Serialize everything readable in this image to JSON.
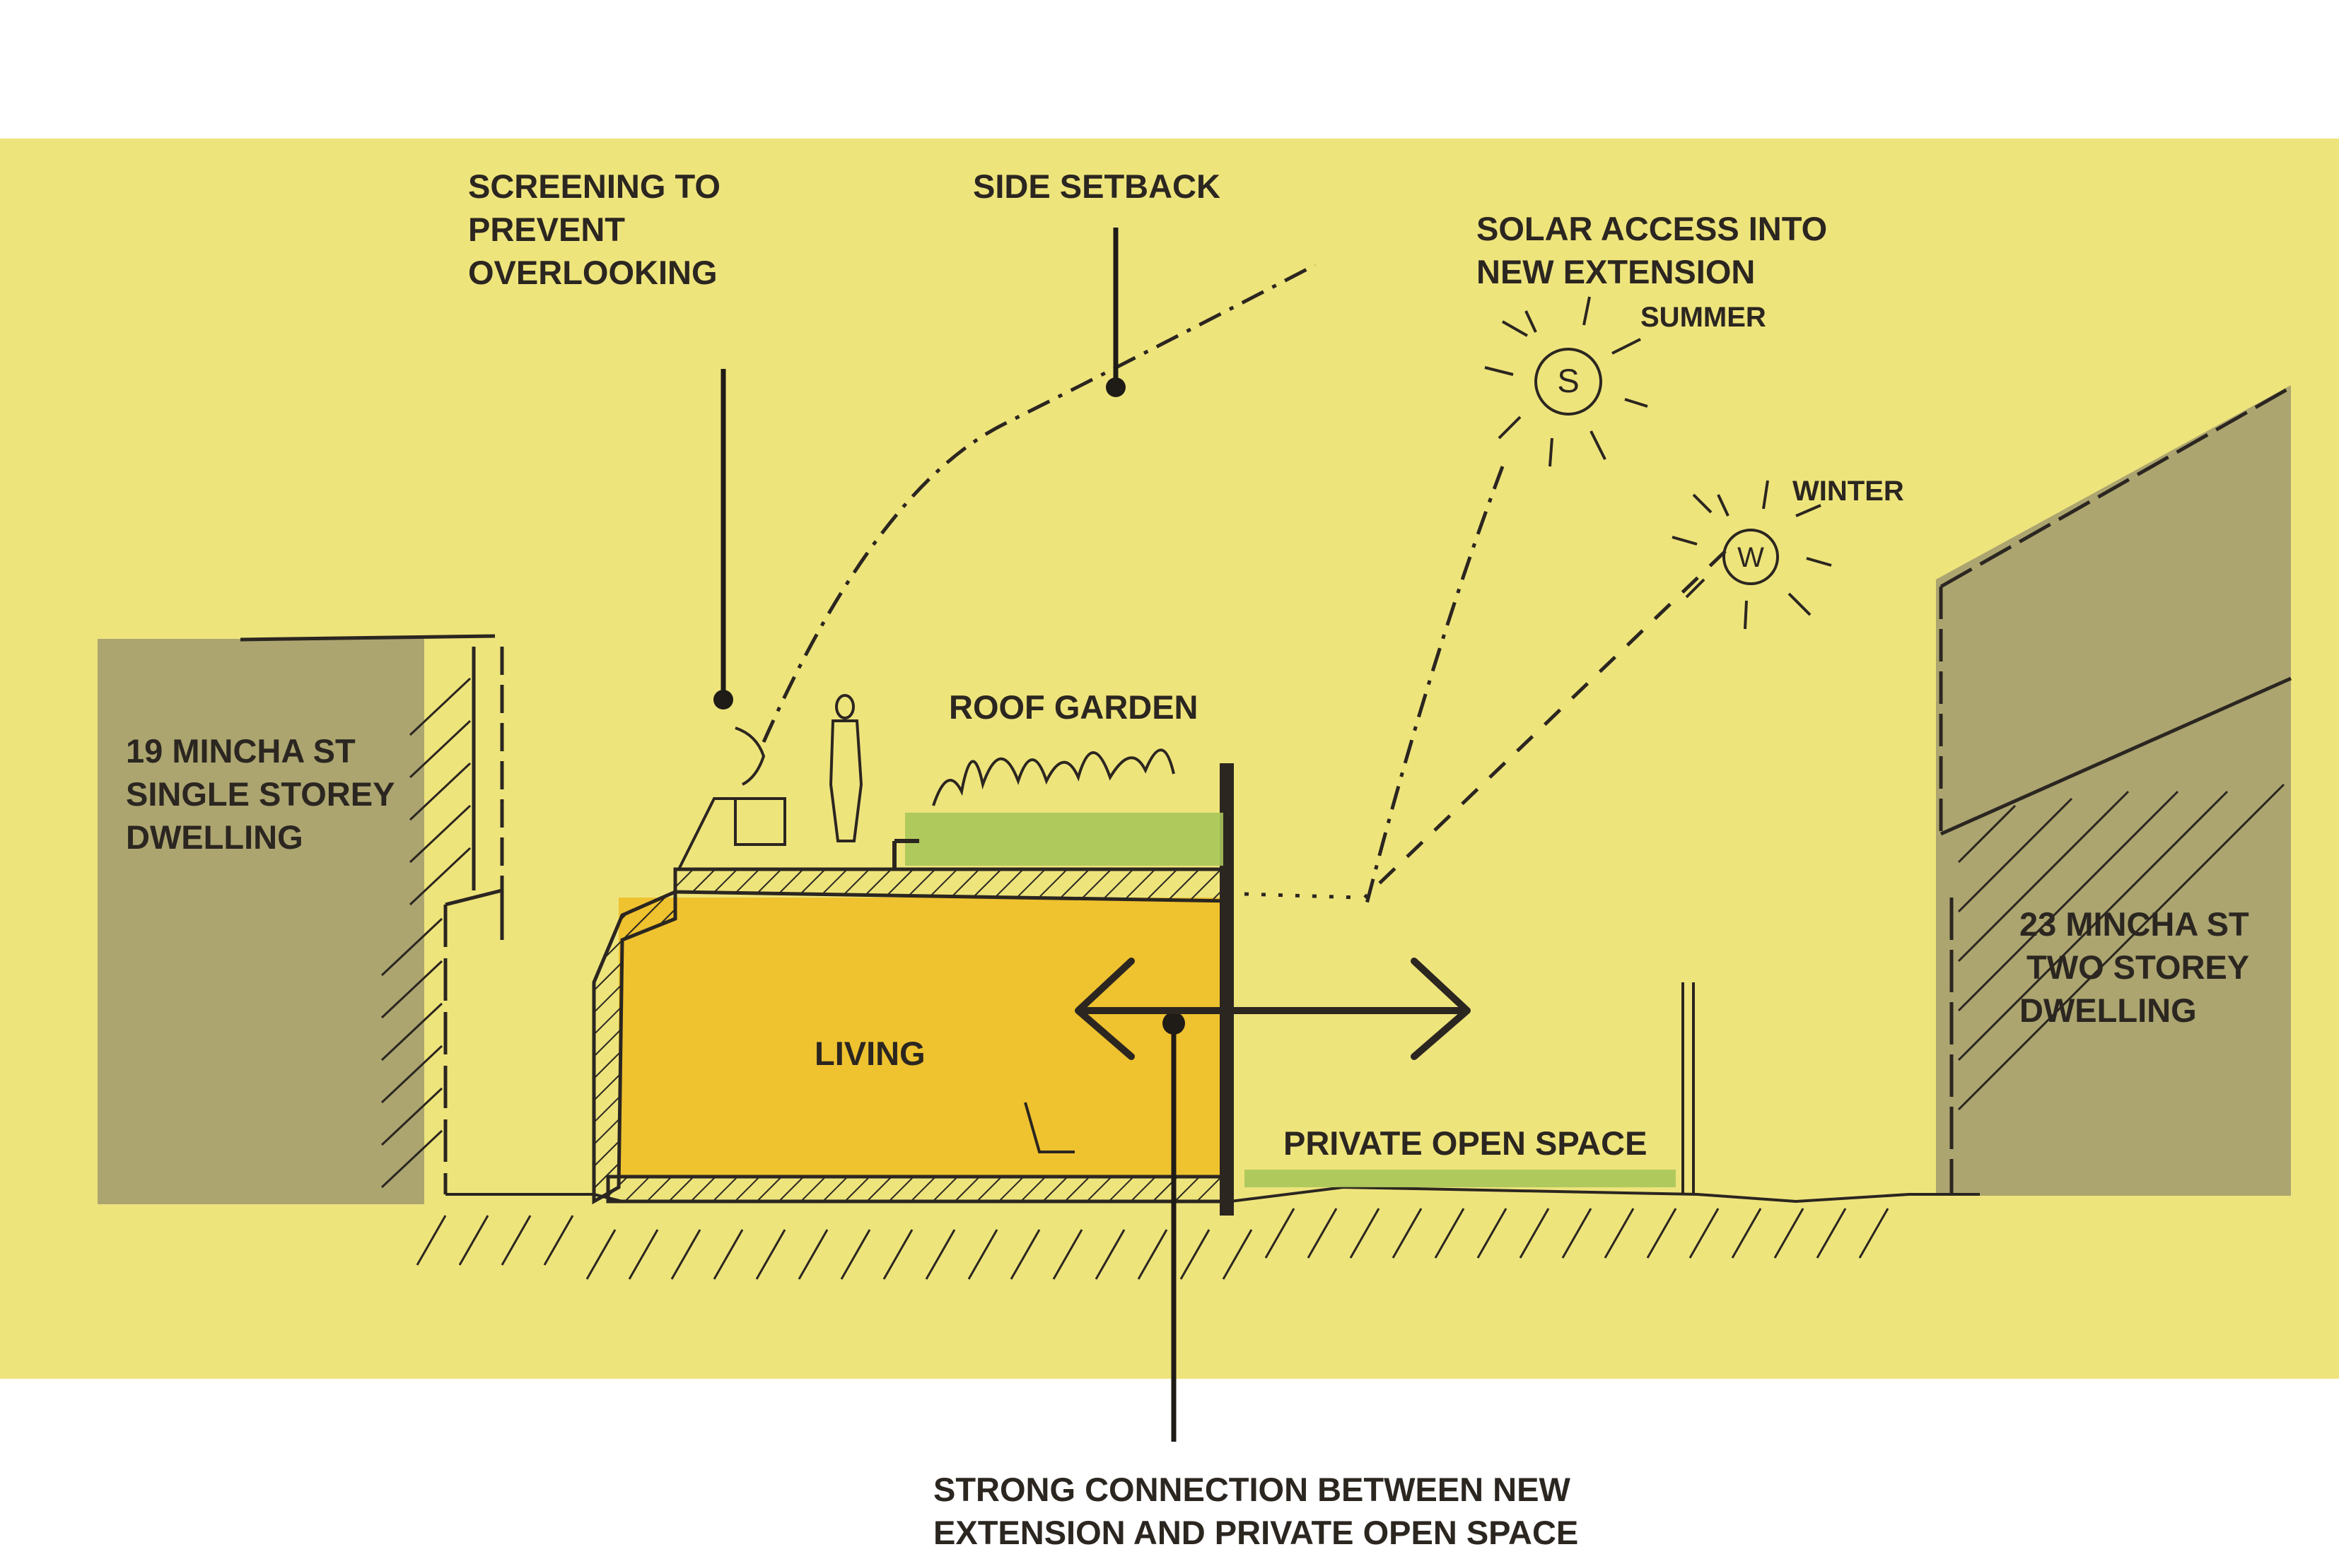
{
  "annotations": {
    "screening": [
      "SCREENING TO",
      "PREVENT",
      "OVERLOOKING"
    ],
    "side_setback": "SIDE SETBACK",
    "solar_access": [
      "SOLAR ACCESS INTO",
      "NEW EXTENSION"
    ],
    "summer": "SUMMER",
    "winter": "WINTER",
    "roof_garden": "ROOF GARDEN",
    "living": "LIVING",
    "private_open_space": "PRIVATE OPEN SPACE",
    "strong_connection": [
      "STRONG CONNECTION BETWEEN NEW",
      "EXTENSION AND PRIVATE OPEN SPACE"
    ]
  },
  "neighbours": {
    "left": [
      "19 MINCHA ST",
      "SINGLE STOREY",
      "DWELLING"
    ],
    "right": [
      "23 MINCHA ST",
      "TWO STOREY",
      "DWELLING"
    ]
  },
  "sun_symbols": {
    "summer": "S",
    "winter": "W"
  },
  "colors": {
    "paper": "#eee47c",
    "living_fill": "#efc22f",
    "green": "#a8c55a",
    "neighbour_grey": "#a09a6e",
    "ink": "#2b2620"
  }
}
